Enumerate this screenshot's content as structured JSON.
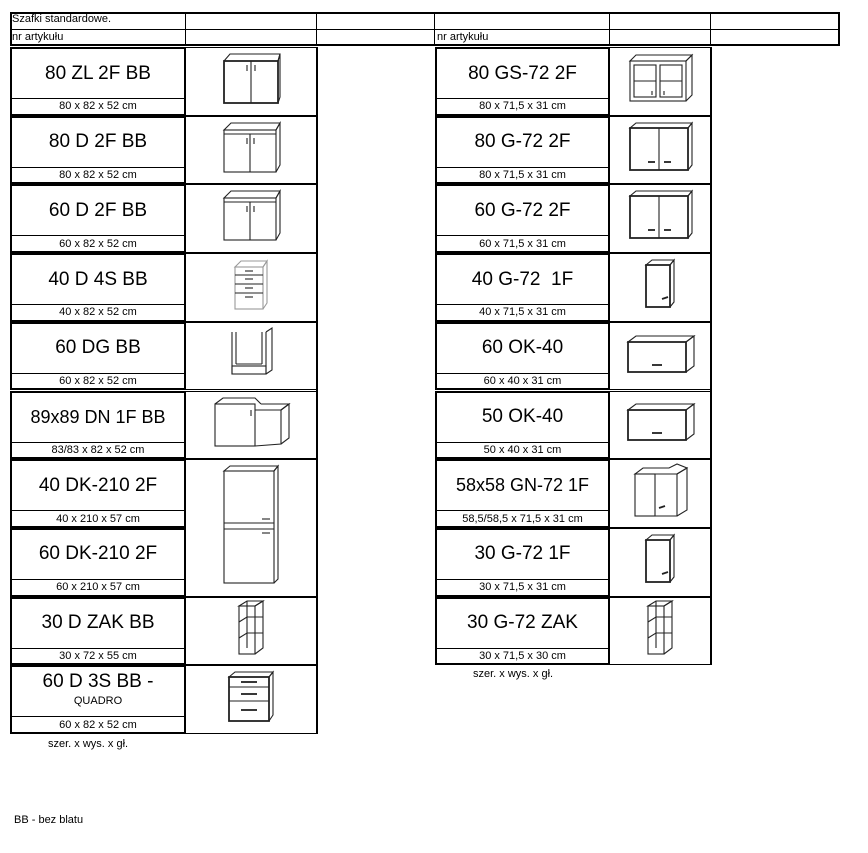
{
  "header": {
    "title": "Szafki standardowe.",
    "col_left": "nr artykułu",
    "col_right": "nr artykułu"
  },
  "left_items": [
    {
      "name": "80 ZL 2F BB",
      "dims": "80 x 82 x 52 cm",
      "icon": "sink-base-cabinet-icon"
    },
    {
      "name": "80 D 2F BB",
      "dims": "80 x 82 x 52 cm",
      "icon": "base-cabinet-2-door-icon"
    },
    {
      "name": "60 D 2F BB",
      "dims": "60 x 82 x 52 cm",
      "icon": "base-cabinet-2-door-icon"
    },
    {
      "name": "40 D 4S BB",
      "dims": "40 x 82 x 52 cm",
      "icon": "drawer-cabinet-icon"
    },
    {
      "name": "60 DG BB",
      "dims": "60 x 82 x 52 cm",
      "icon": "oven-cabinet-icon"
    },
    {
      "name": "89x89 DN 1F BB",
      "dims": "83/83 x 82 x 52 cm",
      "icon": "corner-base-cabinet-icon"
    },
    {
      "name": "40 DK-210 2F",
      "dims": "40 x 210 x 57 cm",
      "icon": "tall-cabinet-icon"
    },
    {
      "name": "60 DK-210 2F",
      "dims": "60 x 210 x 57 cm",
      "icon": "tall-cabinet-icon"
    },
    {
      "name": "30 D ZAK BB",
      "dims": "30 x 72 x 55 cm",
      "icon": "open-shelf-icon"
    },
    {
      "name": "60 D 3S BB -",
      "sub": "QUADRO",
      "dims": "60 x 82 x 52 cm",
      "icon": "drawer-3-cabinet-icon"
    }
  ],
  "right_items": [
    {
      "name": "80 GS-72 2F",
      "dims": "80 x 71,5 x 31 cm",
      "icon": "glass-wall-cabinet-icon"
    },
    {
      "name": "80 G-72 2F",
      "dims": "80 x 71,5 x 31 cm",
      "icon": "wall-cabinet-2-door-icon"
    },
    {
      "name": "60 G-72 2F",
      "dims": "60 x 71,5 x 31 cm",
      "icon": "wall-cabinet-2-door-icon"
    },
    {
      "name": "40 G-72  1F",
      "dims": "40 x 71,5 x 31 cm",
      "icon": "wall-cabinet-1-door-icon"
    },
    {
      "name": "60 OK-40",
      "dims": "60 x 40 x 31 cm",
      "icon": "hood-cabinet-icon"
    },
    {
      "name": "50 OK-40",
      "dims": "50 x 40 x 31 cm",
      "icon": "hood-cabinet-icon"
    },
    {
      "name": "58x58 GN-72 1F",
      "dims": "58,5/58,5 x 71,5 x 31 cm",
      "icon": "corner-wall-cabinet-icon"
    },
    {
      "name": "30 G-72 1F",
      "dims": "30 x 71,5 x 31 cm",
      "icon": "wall-cabinet-1-door-icon"
    },
    {
      "name": "30 G-72 ZAK",
      "dims": "30 x 71,5 x 30 cm",
      "icon": "open-shelf-icon"
    }
  ],
  "dims_legend_left": "szer.  x  wys.  x  gł.",
  "dims_legend_right": "szer.  x  wys.  x  gł.",
  "footnote": "BB - bez blatu"
}
